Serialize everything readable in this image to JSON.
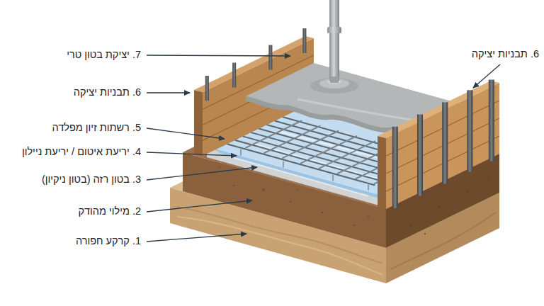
{
  "diagram": {
    "labels": [
      "7. יציקת בטון טרי",
      "6. תבניות יציקה",
      "6. תבניות יציקה",
      "5. רשתות זיון מפלדה",
      "4. יריעת איטום / יריעת ניילון",
      "3. בטון רזה (בטון ניקיון)",
      "2. מילוי מהודק",
      "1. קרקע חפורה"
    ]
  }
}
